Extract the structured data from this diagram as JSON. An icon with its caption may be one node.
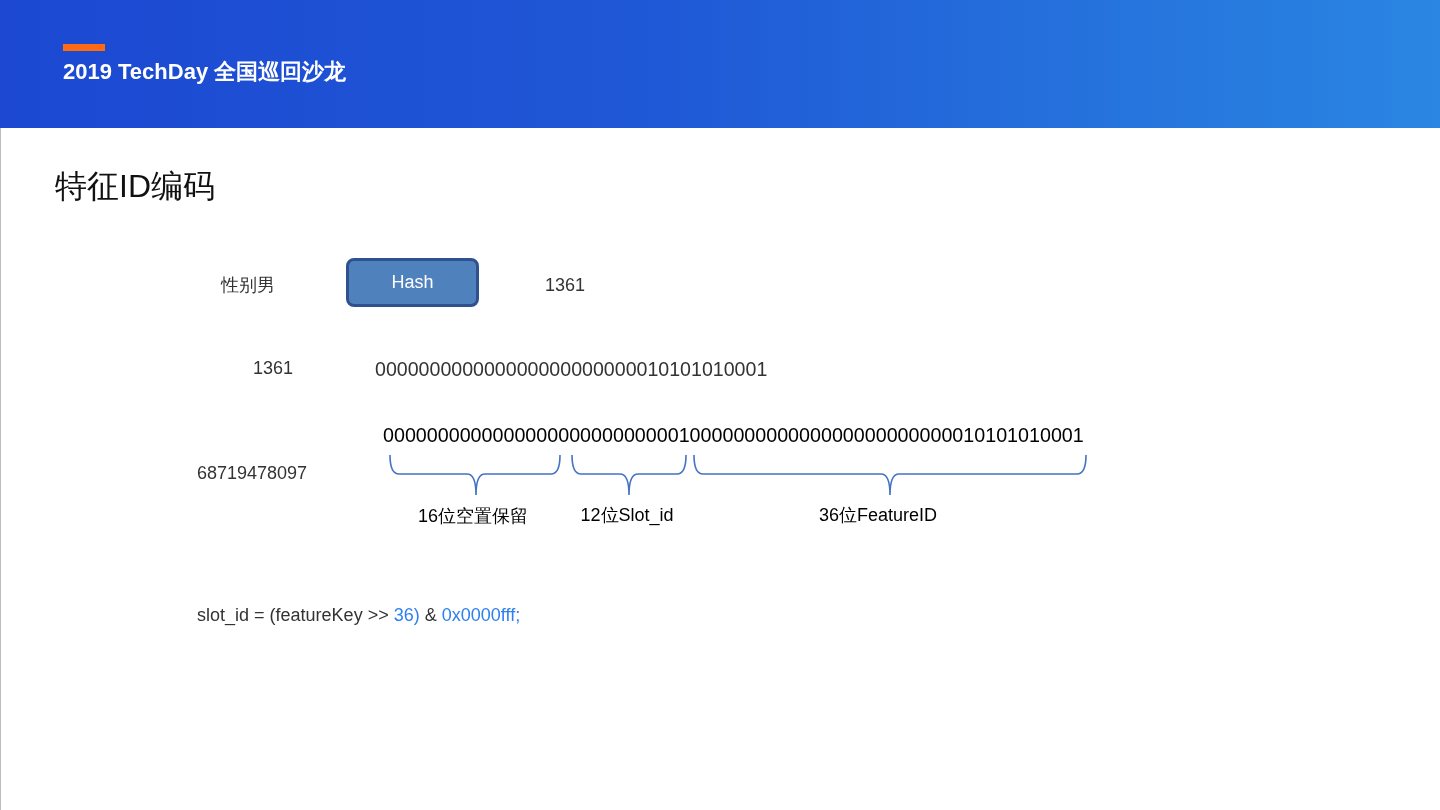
{
  "diagram": {
    "title": "特征ID编码",
    "nodes": [
      {
        "text": [
          "Hash"
        ]
      }
    ],
    "labels": [
      "2019 TechDay 全国巡回沙龙",
      "性别男",
      "1361",
      "1361",
      "000000000000000000000000010101010001",
      "0000000000000000000000000001000000000000000000000000010101010001",
      "68719478097",
      "16位空置保留",
      "12位Slot_id",
      "36位FeatureID",
      "slot_id = (featureKey >> 36) & 0x0000fff;"
    ]
  }
}
